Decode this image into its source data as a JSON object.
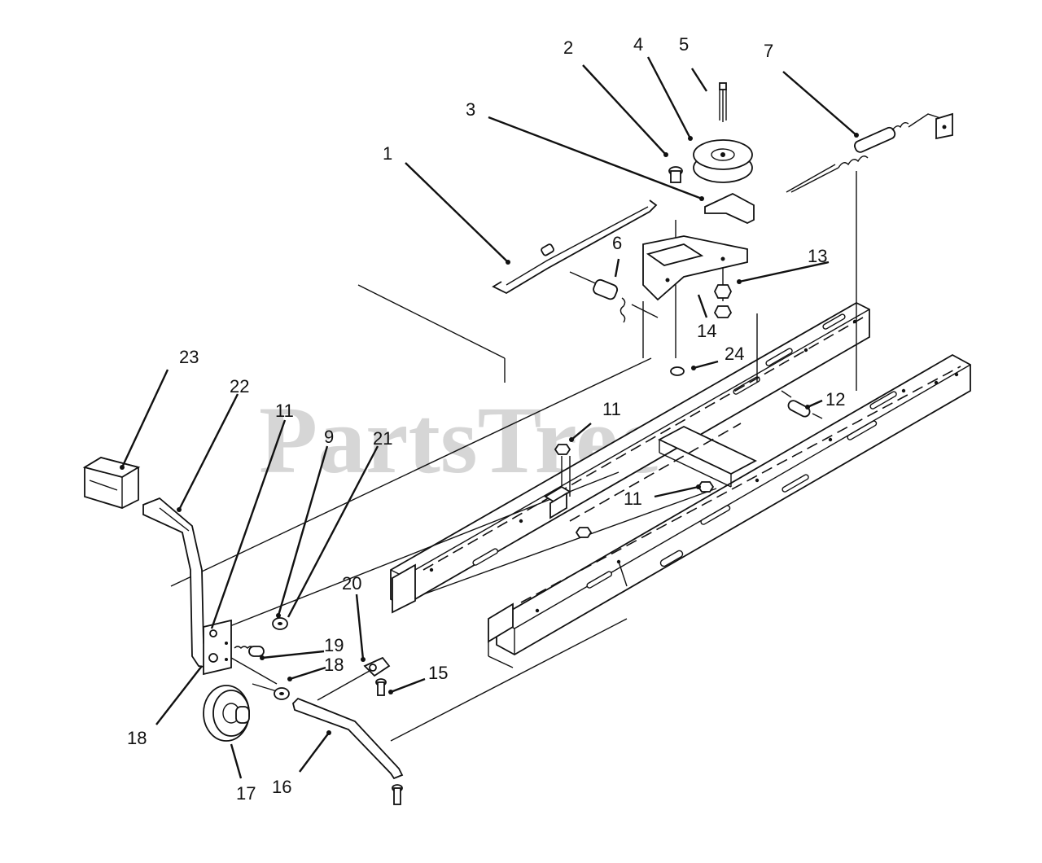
{
  "watermark": "PartsTree",
  "callouts": [
    {
      "id": "1",
      "label": "1"
    },
    {
      "id": "2",
      "label": "2"
    },
    {
      "id": "3",
      "label": "3"
    },
    {
      "id": "4",
      "label": "4"
    },
    {
      "id": "5",
      "label": "5"
    },
    {
      "id": "6",
      "label": "6"
    },
    {
      "id": "7",
      "label": "7"
    },
    {
      "id": "9",
      "label": "9"
    },
    {
      "id": "11a",
      "label": "11"
    },
    {
      "id": "11b",
      "label": "11"
    },
    {
      "id": "11c",
      "label": "11"
    },
    {
      "id": "12",
      "label": "12"
    },
    {
      "id": "13",
      "label": "13"
    },
    {
      "id": "14",
      "label": "14"
    },
    {
      "id": "15",
      "label": "15"
    },
    {
      "id": "16",
      "label": "16"
    },
    {
      "id": "17",
      "label": "17"
    },
    {
      "id": "18a",
      "label": "18"
    },
    {
      "id": "18b",
      "label": "18"
    },
    {
      "id": "19",
      "label": "19"
    },
    {
      "id": "20",
      "label": "20"
    },
    {
      "id": "21",
      "label": "21"
    },
    {
      "id": "22",
      "label": "22"
    },
    {
      "id": "23",
      "label": "23"
    },
    {
      "id": "24",
      "label": "24"
    }
  ]
}
